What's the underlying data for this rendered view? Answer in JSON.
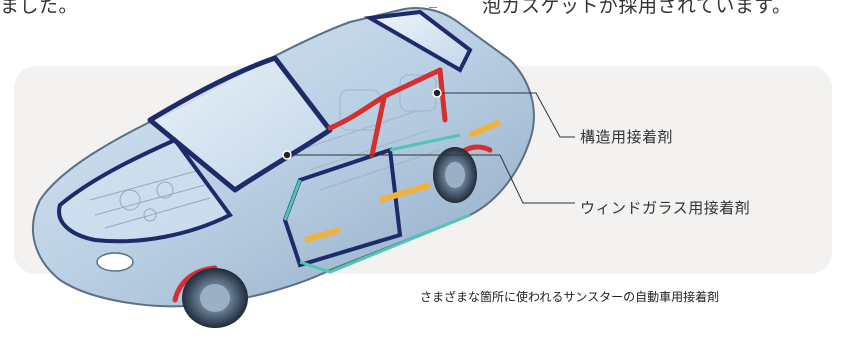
{
  "intro": {
    "left_fragment": "ました。",
    "right_fragment": "泡ガスケットが採用されています。"
  },
  "callouts": {
    "structural": "構造用接着剤",
    "windshield": "ウィンドガラス用接着剤"
  },
  "caption": "さまざまな箇所に使われるサンスターの自動車用接着剤",
  "colors": {
    "panel": "#f3f2f0",
    "structural_adhesive": "#d62f2f",
    "windshield_adhesive": "#1f2a6b",
    "foam_gasket": "#4fc6b6",
    "sealer": "#f0b23c"
  }
}
